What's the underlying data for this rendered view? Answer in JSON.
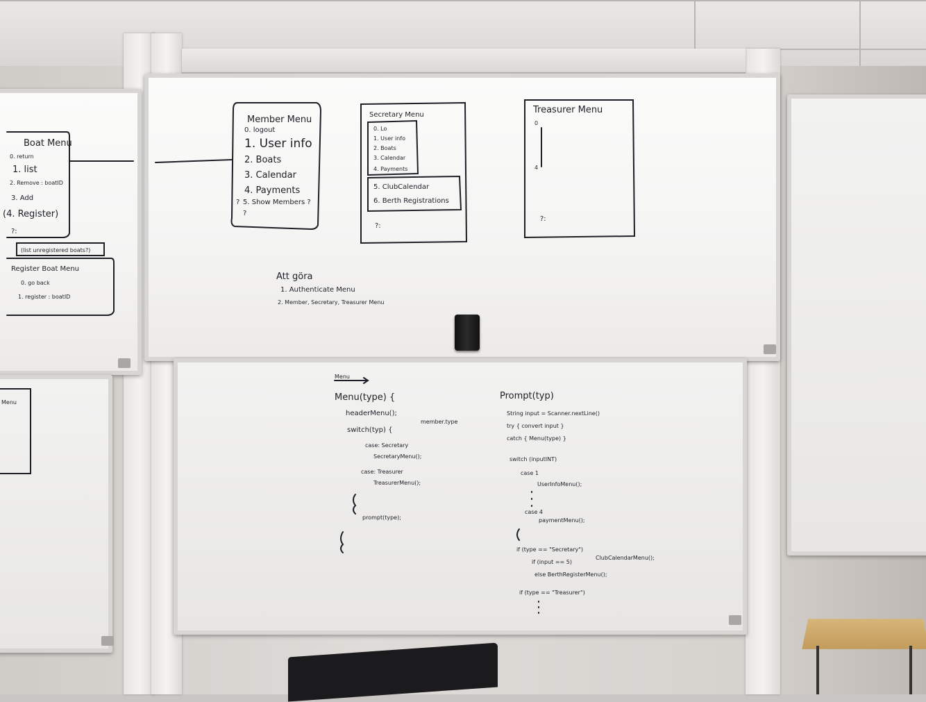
{
  "boards": {
    "left": {
      "boat_menu": {
        "title": "Boat Menu",
        "items": [
          "0. return",
          "1. list",
          "2. Remove : boatID",
          "3. Add",
          "(4. Register)",
          "?:"
        ]
      },
      "list_note": "(list unregistered boats?)",
      "register_boat_menu": {
        "title": "Register Boat Menu",
        "items": [
          "0. go back",
          "1. register : boatID"
        ]
      },
      "partial_title": "Menu"
    },
    "top": {
      "member_menu": {
        "title": "Member Menu",
        "items": [
          "0. logout",
          "1. User info",
          "2. Boats",
          "3. Calendar",
          "4. Payments",
          "5. Show Members ?",
          "?"
        ],
        "markers": [
          "?"
        ]
      },
      "secretary_menu": {
        "title": "Secretary Menu",
        "items_inner": [
          "0. Lo",
          "1. User info",
          "2. Boats",
          "3. Calendar",
          "4. Payments"
        ],
        "items_extra": [
          "5. ClubCalendar",
          "6. Berth Registrations"
        ],
        "prompt": "?:"
      },
      "treasurer_menu": {
        "title": "Treasurer Menu",
        "items": [
          "0",
          "4"
        ],
        "prompt": "?:"
      },
      "todo": {
        "title": "Att göra",
        "items": [
          "1. Authenticate Menu",
          "2. Member, Secretary, Treasurer Menu"
        ]
      }
    },
    "bottom": {
      "left_code": {
        "heading": "Menu",
        "lines": [
          "Menu(type) {",
          "headerMenu();",
          "member.type",
          "switch(typ) {",
          "case: Secretary",
          "SecretaryMenu();",
          "case: Treasurer",
          "TreasurerMenu();",
          "}",
          "prompt(type);",
          "}"
        ]
      },
      "right_code": {
        "lines": [
          "Prompt(typ)",
          "String input = Scanner.nextLine()",
          "try { convert input }",
          "catch { Menu(type) }",
          "switch (inputINT)",
          "case 1",
          "UserInfoMenu();",
          "case 4",
          "paymentMenu();",
          "}",
          "if (type == \"Secretary\")",
          "if (input == 5)",
          "ClubCalendarMenu();",
          "else BerthRegisterMenu();",
          "if (type == \"Treasurer\")"
        ]
      }
    }
  },
  "colors": {
    "ink": "#1d1f26",
    "board": "#f6f6f5",
    "wall": "#d6d2ce",
    "eraser": "#1a1a1a",
    "chair": "#cfa96a"
  },
  "icons": [
    "eraser-icon",
    "monitor-icon",
    "chair-icon",
    "board-logo-icon"
  ]
}
